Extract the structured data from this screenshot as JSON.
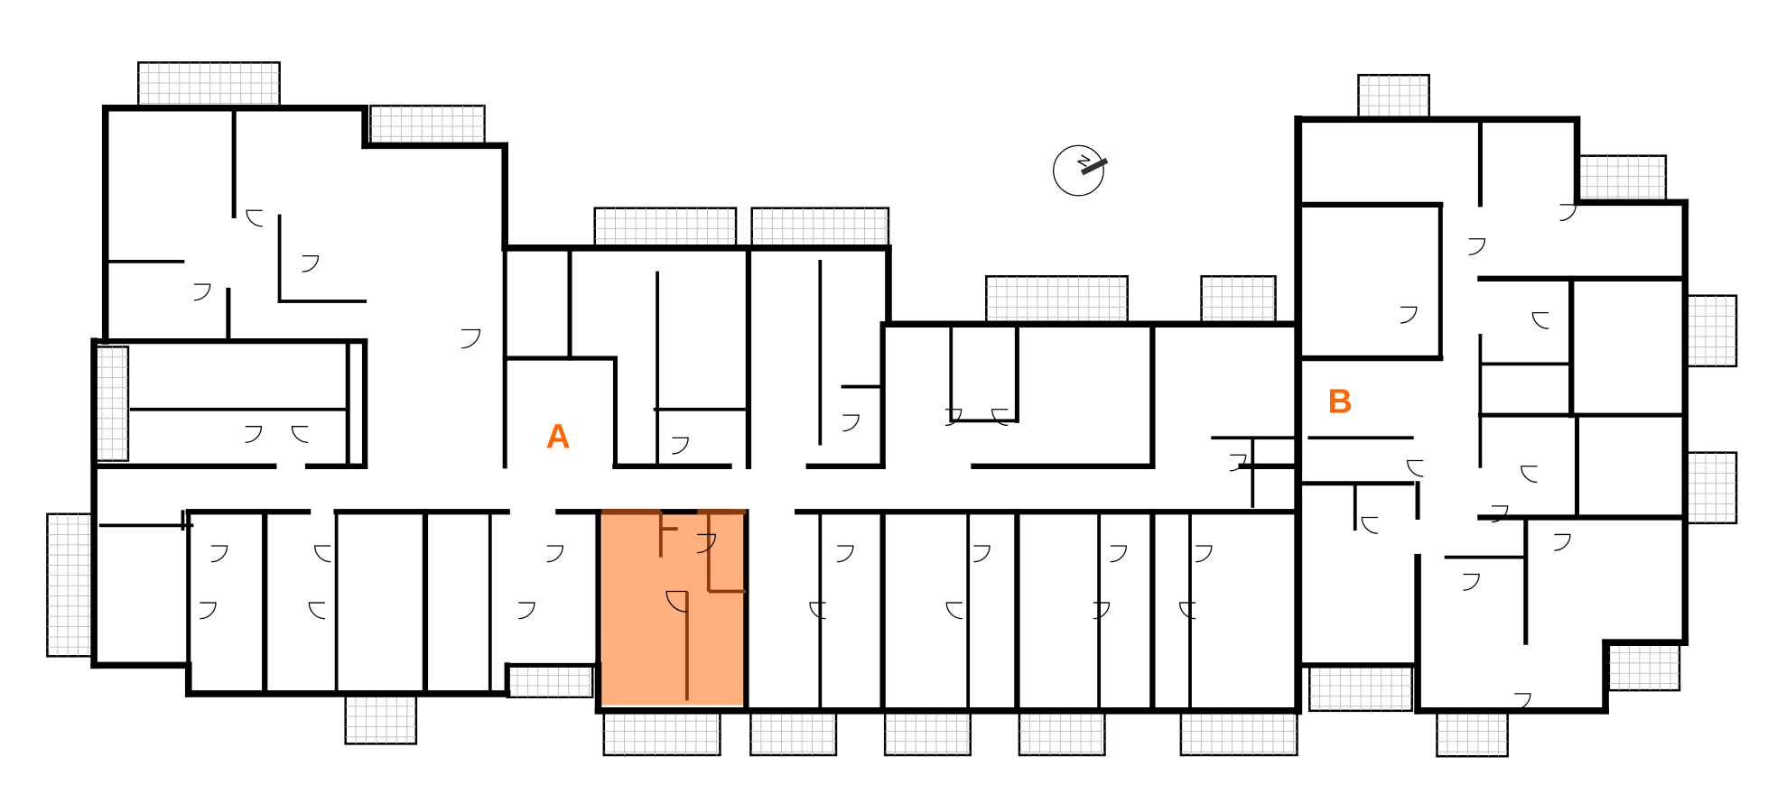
{
  "plan": {
    "buildings": [
      {
        "label": "A"
      },
      {
        "label": "B"
      }
    ],
    "compass": {
      "label": "N"
    },
    "highlighted_unit": {
      "building": "A"
    },
    "colors": {
      "label": "#FF6600",
      "highlight_fill": "#FFB07C",
      "highlight_walls": "#8B3A0F",
      "walls": "#000000",
      "balcony_grid": "#BBBBBB"
    }
  }
}
